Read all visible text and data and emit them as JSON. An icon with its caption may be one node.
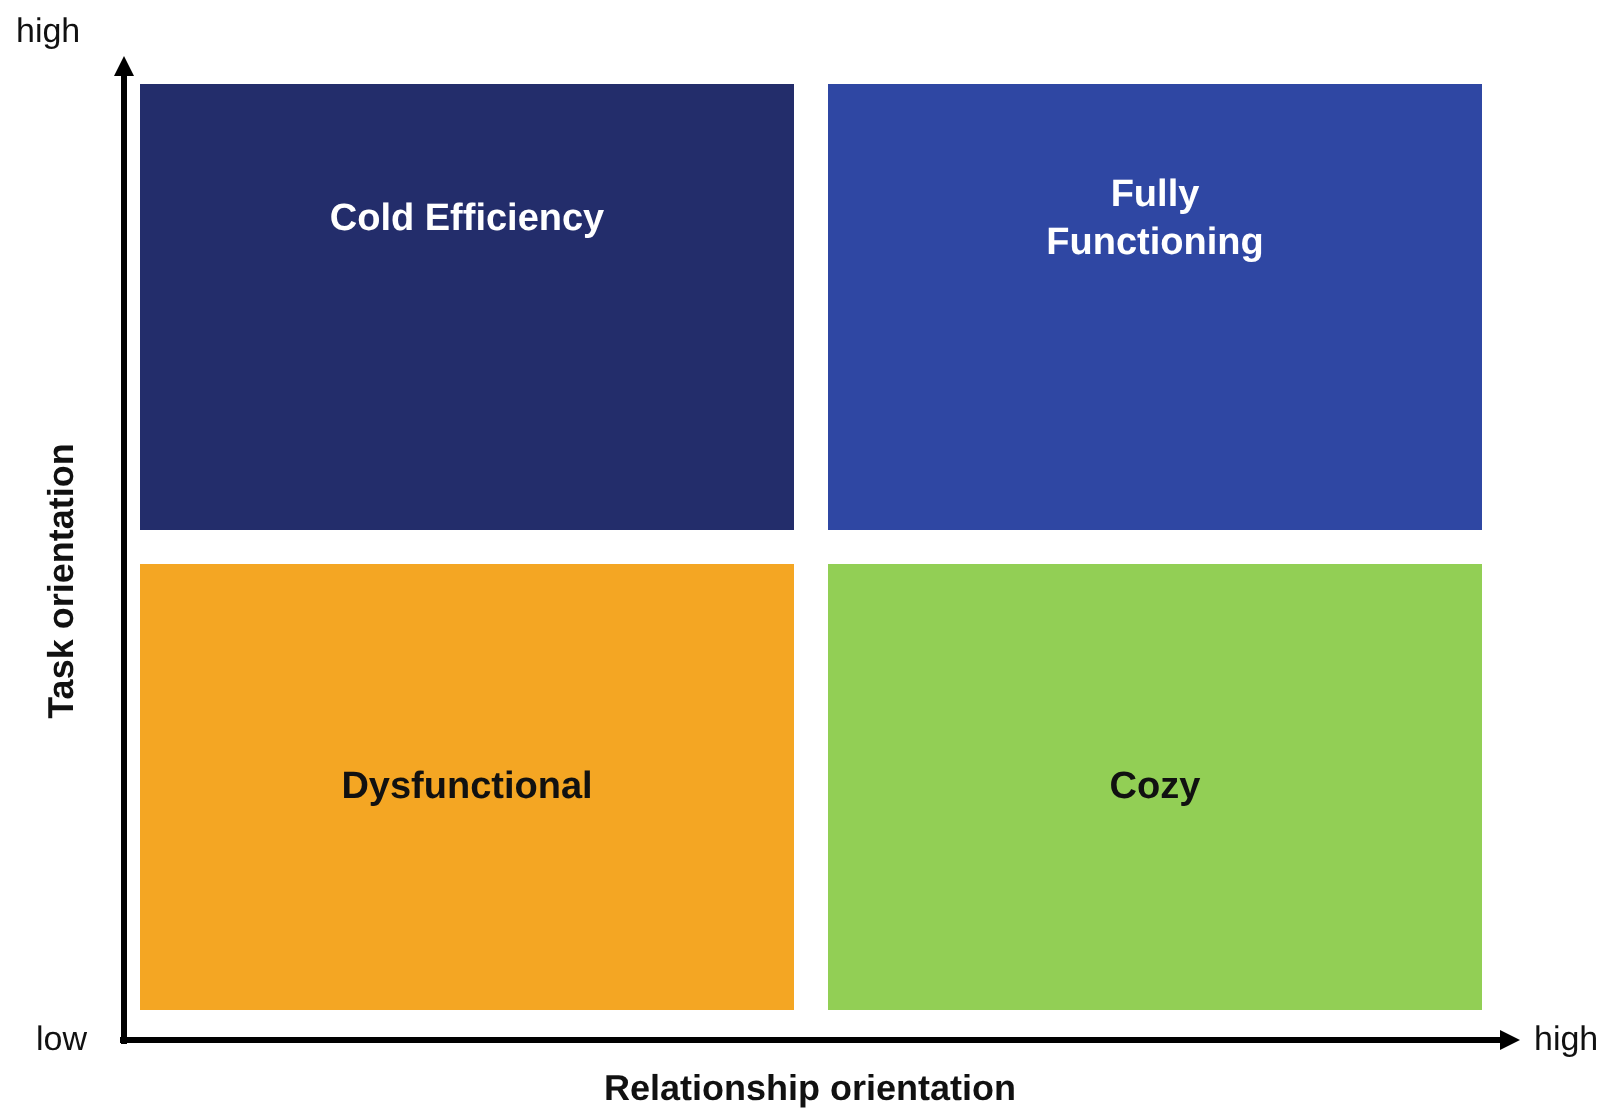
{
  "diagram": {
    "nodes": [
      {
        "text": [
          "Cold Efficiency"
        ]
      },
      {
        "text": [
          "Fully Functioning"
        ]
      },
      {
        "text": [
          "Dysfunctional"
        ]
      },
      {
        "text": [
          "Cozy"
        ]
      }
    ],
    "labels": [
      "high",
      "Task orientation",
      "low",
      "high",
      "Relationship orientation"
    ]
  }
}
